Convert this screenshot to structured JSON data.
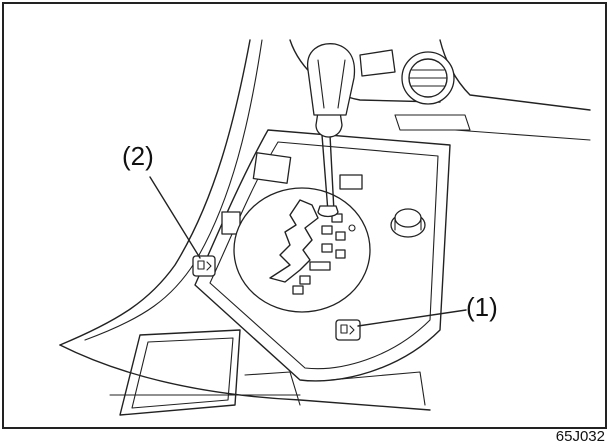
{
  "labels": {
    "callout_1": "(1)",
    "callout_2": "(2)"
  },
  "figure_code": "65J032",
  "colors": {
    "line": "#222222",
    "background": "#ffffff"
  }
}
